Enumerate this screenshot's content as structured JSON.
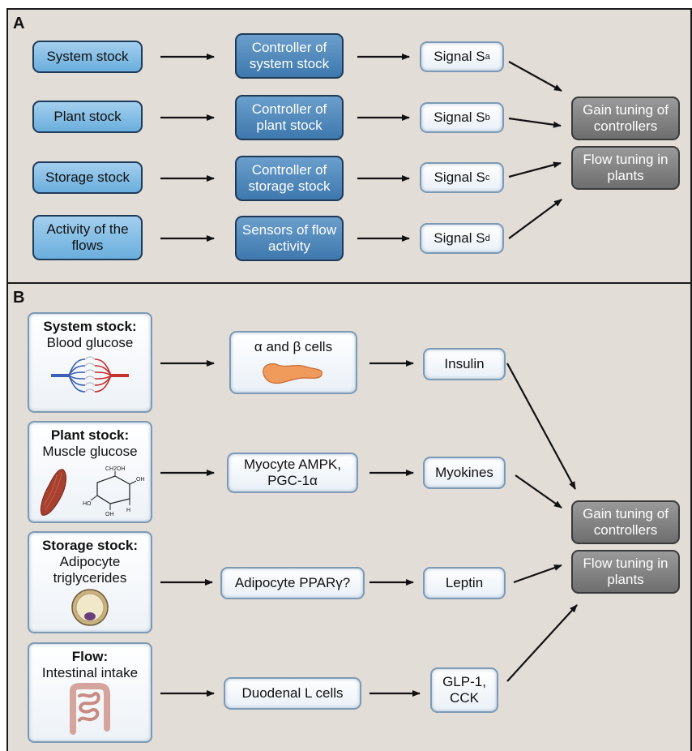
{
  "panel_a": {
    "letter": "A",
    "inputs": [
      "System stock",
      "Plant stock",
      "Storage stock",
      "Activity of the flows"
    ],
    "controllers": [
      "Controller of system stock",
      "Controller of plant stock",
      "Controller of storage stock",
      "Sensors of flow activity"
    ],
    "signals": [
      {
        "label": "Signal S",
        "sub": "a"
      },
      {
        "label": "Signal S",
        "sub": "b"
      },
      {
        "label": "Signal S",
        "sub": "c"
      },
      {
        "label": "Signal S",
        "sub": "d"
      }
    ],
    "outputs": [
      "Gain tuning of controllers",
      "Flow tuning in plants"
    ]
  },
  "panel_b": {
    "letter": "B",
    "cards": [
      {
        "title": "System stock:",
        "subtitle": "Blood glucose"
      },
      {
        "title": "Plant stock:",
        "subtitle": "Muscle glucose"
      },
      {
        "title": "Storage stock:",
        "subtitle": "Adipocyte triglycerides"
      },
      {
        "title": "Flow:",
        "subtitle": "Intestinal intake"
      }
    ],
    "glucose_labels": {
      "ch2oh": "CH2OH",
      "h": "H",
      "oh": "OH",
      "ho": "HO"
    },
    "cells": [
      "α and β cells",
      "Myocyte AMPK, PGC-1α",
      "Adipocyte PPARγ?",
      "Duodenal L cells"
    ],
    "hormones": [
      "Insulin",
      "Myokines",
      "Leptin",
      "GLP-1, CCK"
    ],
    "outputs": [
      "Gain tuning of controllers",
      "Flow tuning in plants"
    ]
  },
  "colors": {
    "panel_bg": "#e2ddd7",
    "blue_light": "#8cc2e8",
    "blue_dark": "#4f88bb",
    "gray": "#828282",
    "arrow": "#111111"
  }
}
